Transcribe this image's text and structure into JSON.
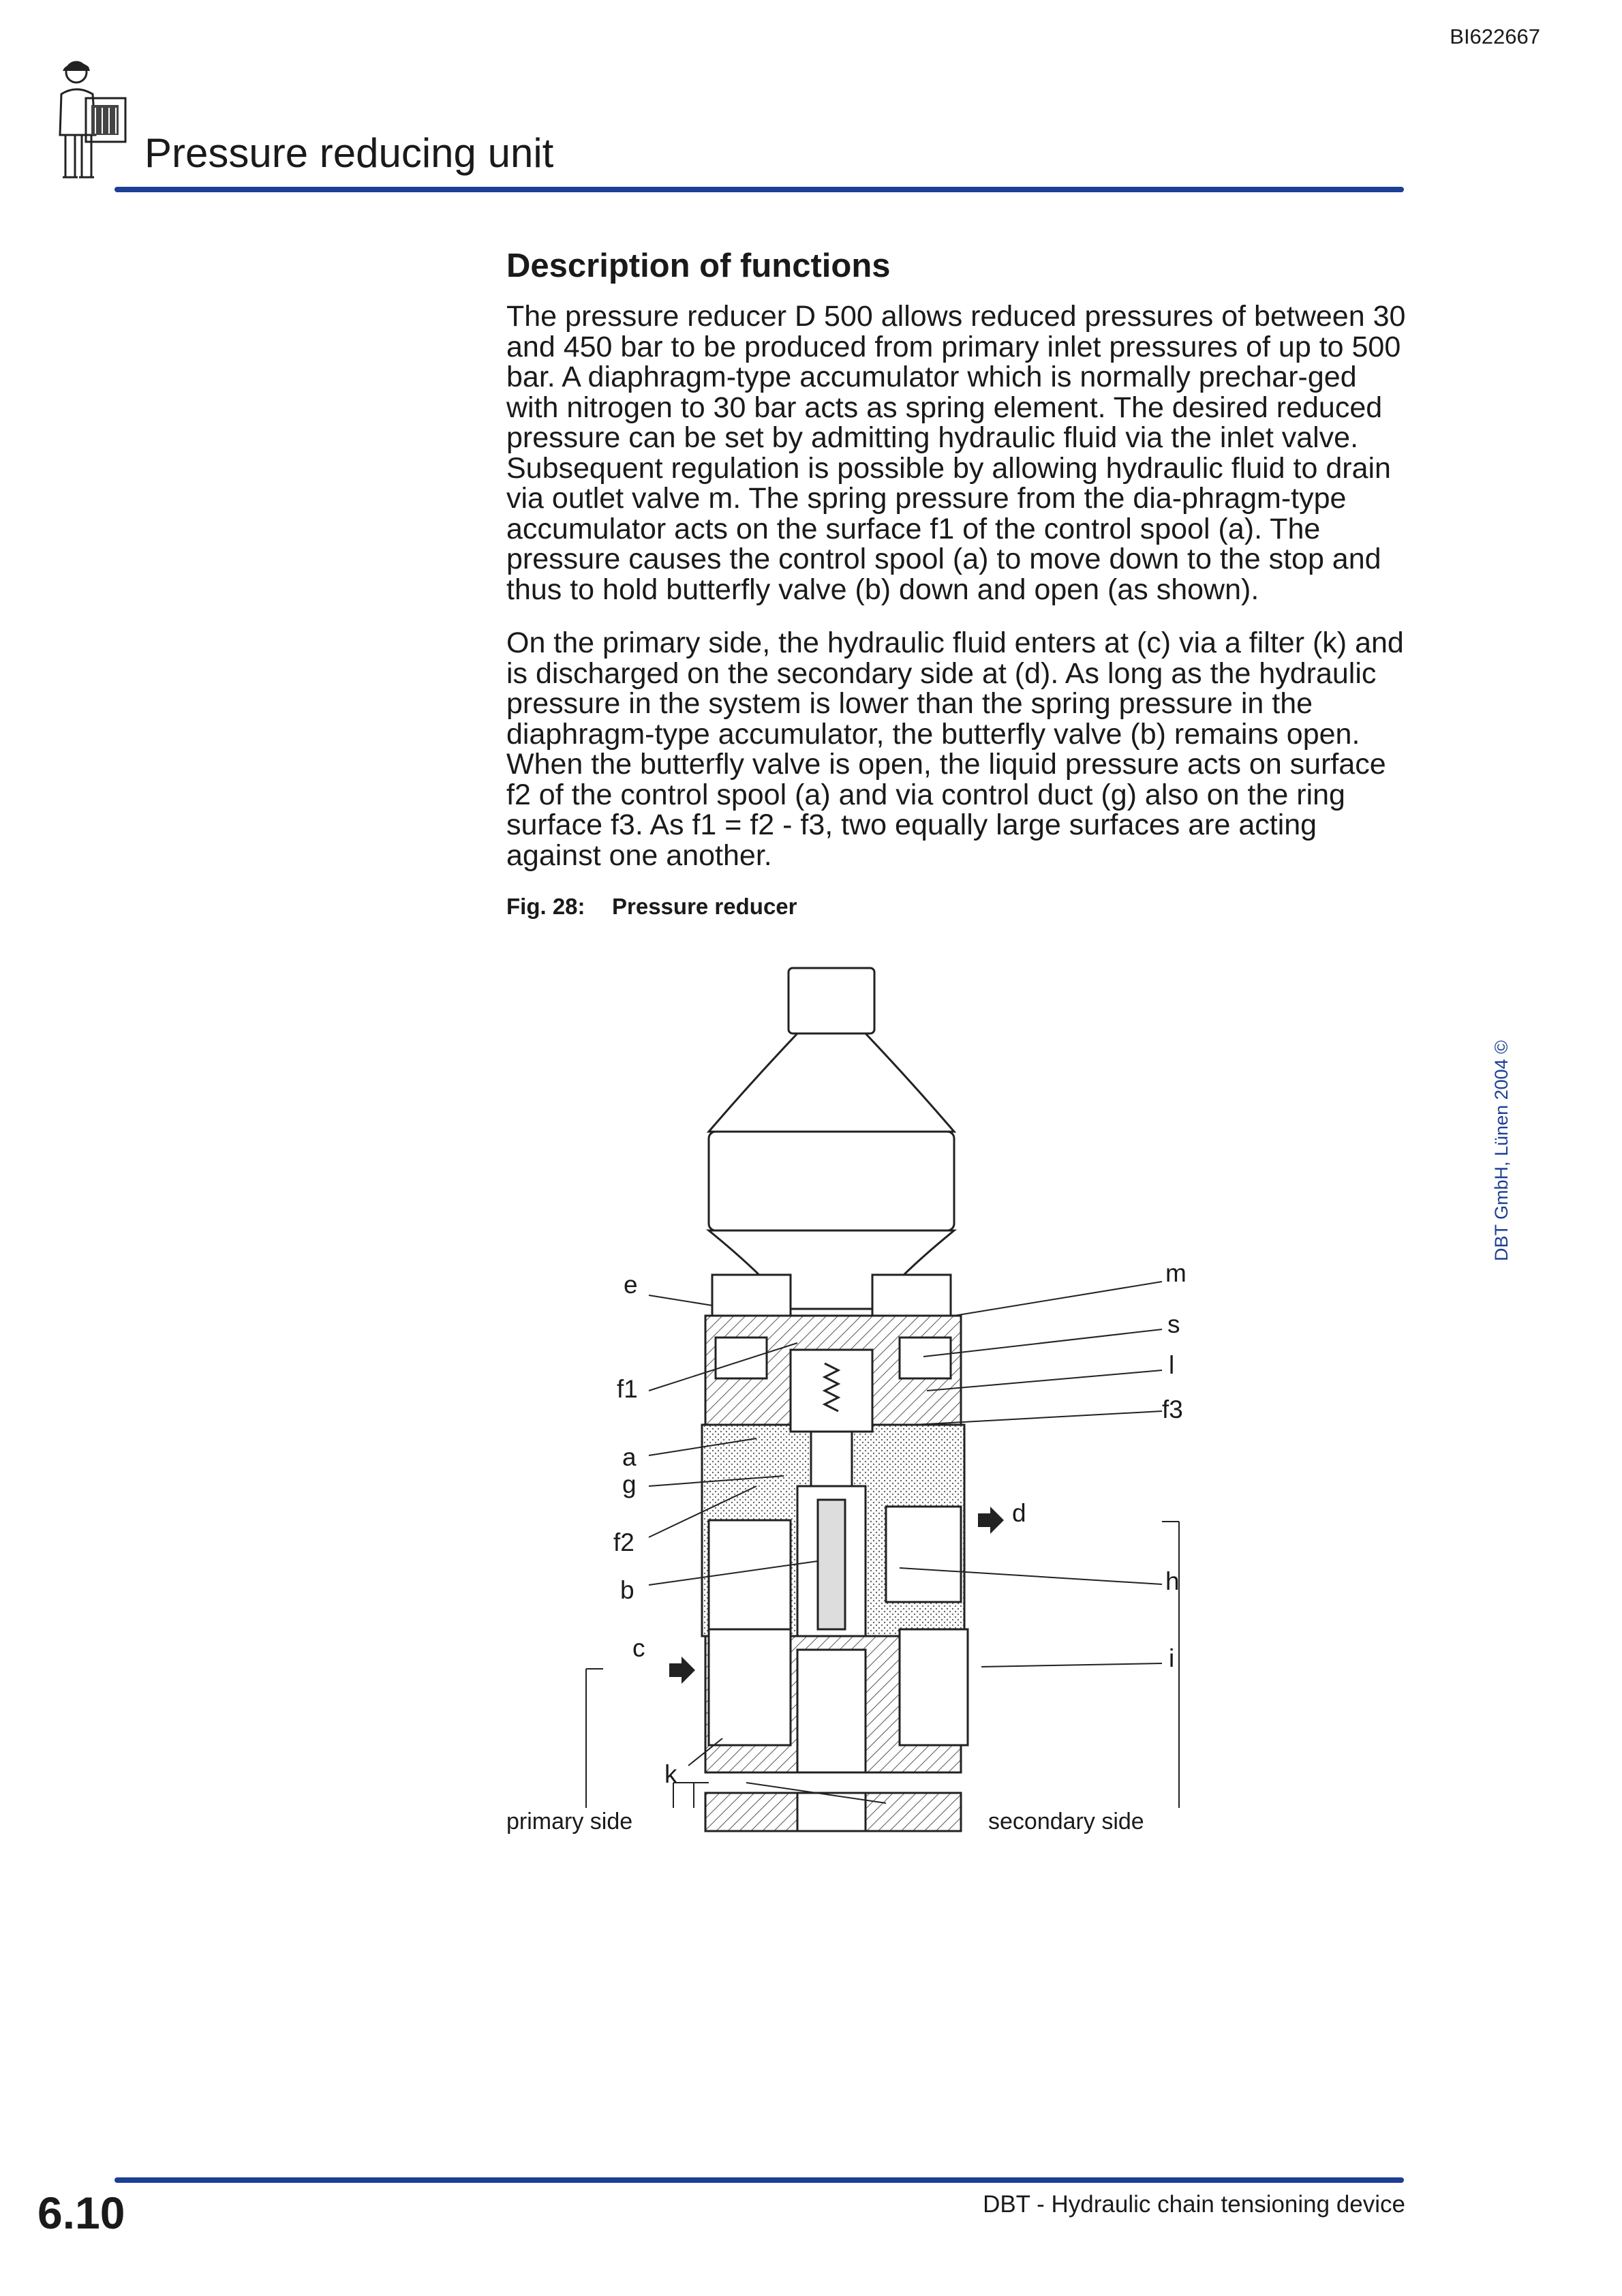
{
  "header": {
    "document_id": "BI622667",
    "title": "Pressure reducing unit"
  },
  "content": {
    "heading": "Description of functions",
    "paragraphs": [
      "The pressure reducer D 500 allows reduced pressures of between 30 and 450 bar to be produced from primary inlet pressures of up to 500 bar. A diaphragm-type accumulator which is normally prechar-ged with nitrogen to 30 bar acts as spring element. The desired reduced pressure can be set by admitting hydraulic fluid via the inlet valve. Subsequent regulation is possible by allowing hydraulic fluid to drain via outlet valve m. The spring pressure from the dia-phragm-type accumulator acts on the surface f1 of the control spool (a). The pressure causes the control spool (a) to move down to the stop and thus to hold butterfly valve (b) down and open (as shown).",
      "On the primary side, the hydraulic fluid enters at (c) via a filter (k) and is discharged on the secondary side at (d). As long as the hydraulic pressure in the system is lower than the spring pressure in the diaphragm-type accumulator, the butterfly valve (b) remains open. When the butterfly valve is open, the liquid pressure acts on surface f2 of the control spool (a) and via control duct (g) also on the ring surface f3. As f1 = f2 - f3, two equally large surfaces are acting against one another."
    ]
  },
  "figure": {
    "number": "Fig. 28:",
    "title": "Pressure reducer",
    "labels": {
      "e": "e",
      "f1": "f1",
      "a": "a",
      "g": "g",
      "f2": "f2",
      "b": "b",
      "c": "c",
      "k": "k",
      "m": "m",
      "s": "s",
      "l": "l",
      "f3": "f3",
      "d": "d",
      "h": "h",
      "i": "i"
    },
    "primary_side": "primary side",
    "secondary_side": "secondary side"
  },
  "sidebar": {
    "copyright": "DBT GmbH, Lünen 2004 ©"
  },
  "footer": {
    "page_number": "6.10",
    "product": "DBT - Hydraulic chain tensioning device"
  },
  "colors": {
    "accent_blue": "#1c3f95",
    "text": "#1a1a1a"
  },
  "icons": {
    "header": "technician-with-clipboard-icon"
  }
}
